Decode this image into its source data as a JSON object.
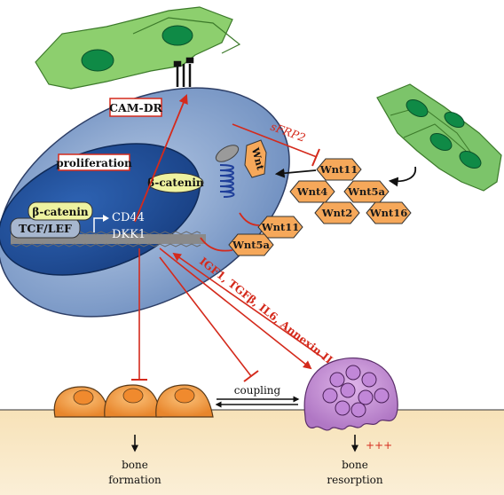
{
  "labels": {
    "cam_dr": "CAM-DR",
    "proliferation": "proliferation",
    "beta_catenin_cytoplasm": "β-catenin",
    "beta_catenin_nucleus": "β-catenin",
    "tcf_lef": "TCF/LEF",
    "cd44": "CD44",
    "dkk1": "DKK1",
    "sfrp2": "sFRP2",
    "wnt_receptor": "Wnt",
    "secreted_factors": "IGF1, TGFβ, IL6, Annexin II",
    "coupling": "coupling",
    "bone_formation_1": "bone",
    "bone_formation_2": "formation",
    "bone_resorption_1": "bone",
    "bone_resorption_2": "resorption",
    "plus_marks": "+++"
  },
  "wnt_ligands": {
    "stromal_group": [
      "Wnt11",
      "Wnt4",
      "Wnt5a",
      "Wnt2",
      "Wnt16"
    ],
    "myeloma_group": [
      "Wnt11",
      "Wnt5a"
    ]
  },
  "colors": {
    "cell_outer": "#8aa6cf",
    "cell_nucleus": "#1f4f9a",
    "red_arrows": "#d42a1c",
    "stromal_green": "#7cc46a",
    "osteoblast_orange": "#f4a04a",
    "osteoclast_purple": "#c88fd6",
    "bone_surface": "#f7e4bf",
    "wnt_hexagon": "#f6a85a",
    "label_yellow": "#eef2a0"
  }
}
